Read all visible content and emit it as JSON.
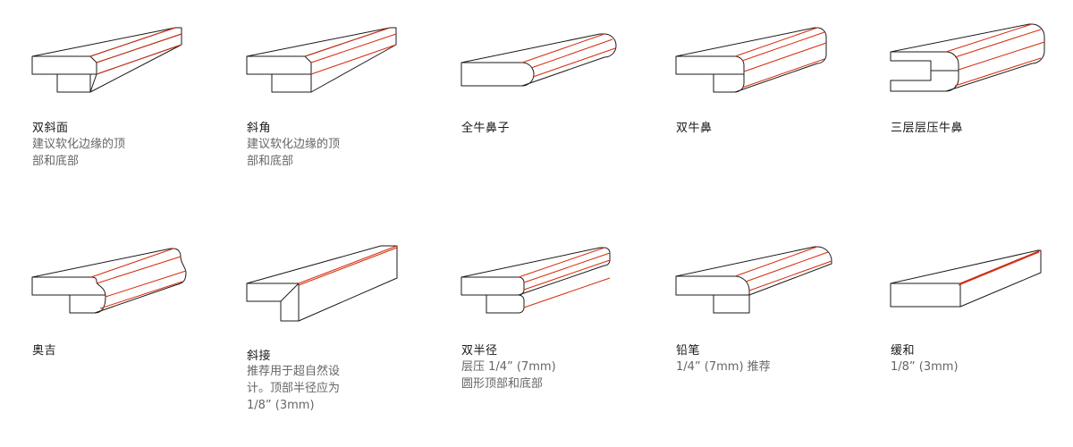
{
  "profiles": [
    {
      "title": "双斜面",
      "desc": [
        "建议软化边缘的顶",
        "部和底部"
      ],
      "drawing": "double-bevel"
    },
    {
      "title": "斜角",
      "desc": [
        "建议软化边缘的顶",
        "部和底部"
      ],
      "drawing": "bevel"
    },
    {
      "title": "全牛鼻子",
      "desc": [],
      "drawing": "full-bullnose"
    },
    {
      "title": "双牛鼻",
      "desc": [],
      "drawing": "double-bullnose"
    },
    {
      "title": "三层层压牛鼻",
      "desc": [],
      "drawing": "triple-laminated-bullnose"
    },
    {
      "title": "奥吉",
      "desc": [],
      "drawing": "ogee"
    },
    {
      "title": "斜接",
      "desc": [
        "推荐用于超自然设",
        "计。顶部半径应为",
        "1/8” (3mm)"
      ],
      "drawing": "mitered"
    },
    {
      "title": "双半径",
      "desc": [
        "层压 1/4” (7mm)",
        "圆形顶部和底部"
      ],
      "drawing": "double-radius"
    },
    {
      "title": "铅笔",
      "desc": [
        "1/4” (7mm) 推荐"
      ],
      "drawing": "pencil"
    },
    {
      "title": "缓和",
      "desc": [
        "1/8” (3mm)"
      ],
      "drawing": "eased"
    }
  ],
  "colors": {
    "outline": "#1a1a1a",
    "highlight": "#d62a0b",
    "description": "#666666"
  }
}
